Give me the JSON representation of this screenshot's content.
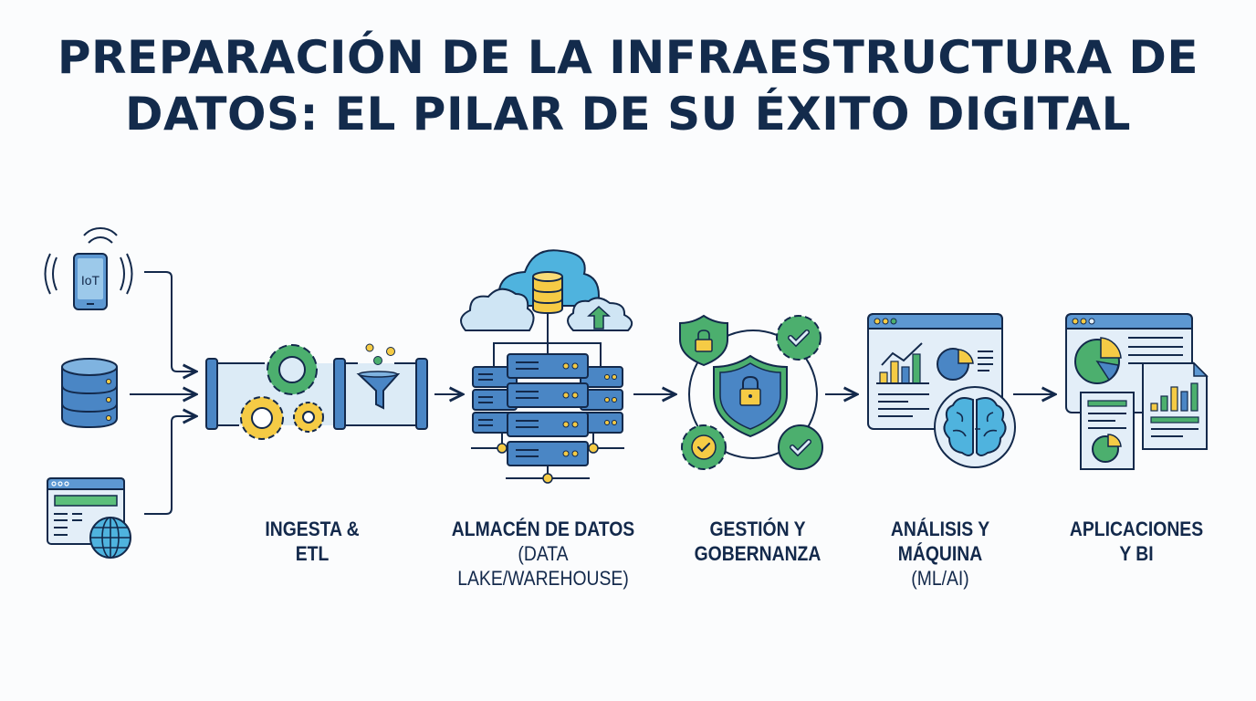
{
  "title": {
    "line1": "PREPARACIÓN DE LA INFRAESTRUCTURA DE",
    "line2": "DATOS: EL PILAR DE SU ÉXITO DIGITAL"
  },
  "sources": [
    {
      "name": "IoT device",
      "icon": "iot-phone-icon",
      "text": "IoT"
    },
    {
      "name": "Database",
      "icon": "database-icon"
    },
    {
      "name": "Web application",
      "icon": "web-browser-globe-icon"
    }
  ],
  "stages": [
    {
      "id": "ingesta",
      "icon": "etl-pipeline-gears-funnel-icon",
      "line1": "INGESTA &",
      "line2": "ETL",
      "sub": ""
    },
    {
      "id": "almacen",
      "icon": "cloud-server-storage-icon",
      "line1": "ALMACÉN DE DATOS",
      "line2": "",
      "sub": "(DATA LAKE/WAREHOUSE)"
    },
    {
      "id": "gestion",
      "icon": "security-governance-shield-icon",
      "line1": "GESTIÓN Y",
      "line2": "GOBERNANZA",
      "sub": ""
    },
    {
      "id": "analisis",
      "icon": "analytics-brain-icon",
      "line1": "ANÁLISIS Y",
      "line2": "MÁQUINA",
      "sub": "(ML/AI)"
    },
    {
      "id": "aplicaciones",
      "icon": "bi-reports-dashboard-icon",
      "line1": "APLICACIONES",
      "line2": "Y BI",
      "sub": ""
    }
  ],
  "colors": {
    "navy": "#13294b",
    "blue": "#4a86c5",
    "light_blue": "#dcebf6",
    "green": "#4caf6e",
    "yellow": "#f5cb45",
    "cyan": "#4fb3de"
  }
}
